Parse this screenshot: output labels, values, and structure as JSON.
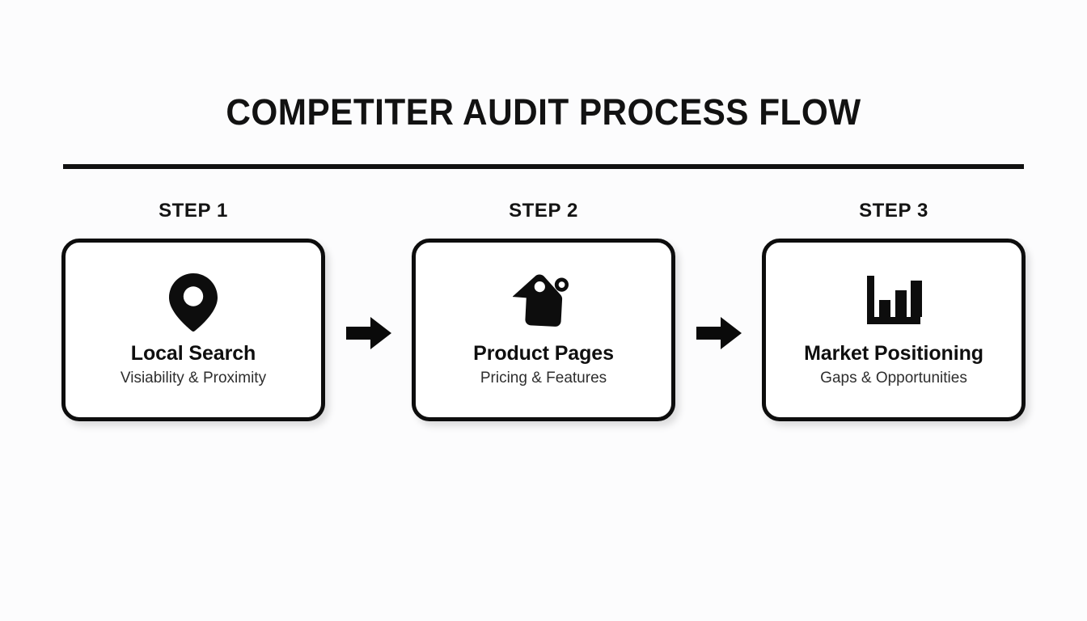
{
  "header": {
    "title": "COMPETITER AUDIT PROCESS FLOW",
    "rule_color": "#111111"
  },
  "theme": {
    "background": "#fcfcfd",
    "ink": "#111111",
    "card_background": "#ffffff",
    "card_border": "#0d0d0d",
    "subtitle_color": "#2e2e2e"
  },
  "flow": {
    "steps": [
      {
        "step_label": "STEP 1",
        "icon": "map-pin-icon",
        "title": "Local Search",
        "subtitle": "Visiability & Proximity"
      },
      {
        "step_label": "STEP 2",
        "icon": "price-tag-icon",
        "title": "Product Pages",
        "subtitle": "Pricing & Features"
      },
      {
        "step_label": "STEP 3",
        "icon": "bar-chart-icon",
        "title": "Market Positioning",
        "subtitle": "Gaps & Opportunities"
      }
    ],
    "connectors": [
      {
        "icon": "arrow-right-icon"
      },
      {
        "icon": "arrow-right-icon"
      }
    ]
  }
}
